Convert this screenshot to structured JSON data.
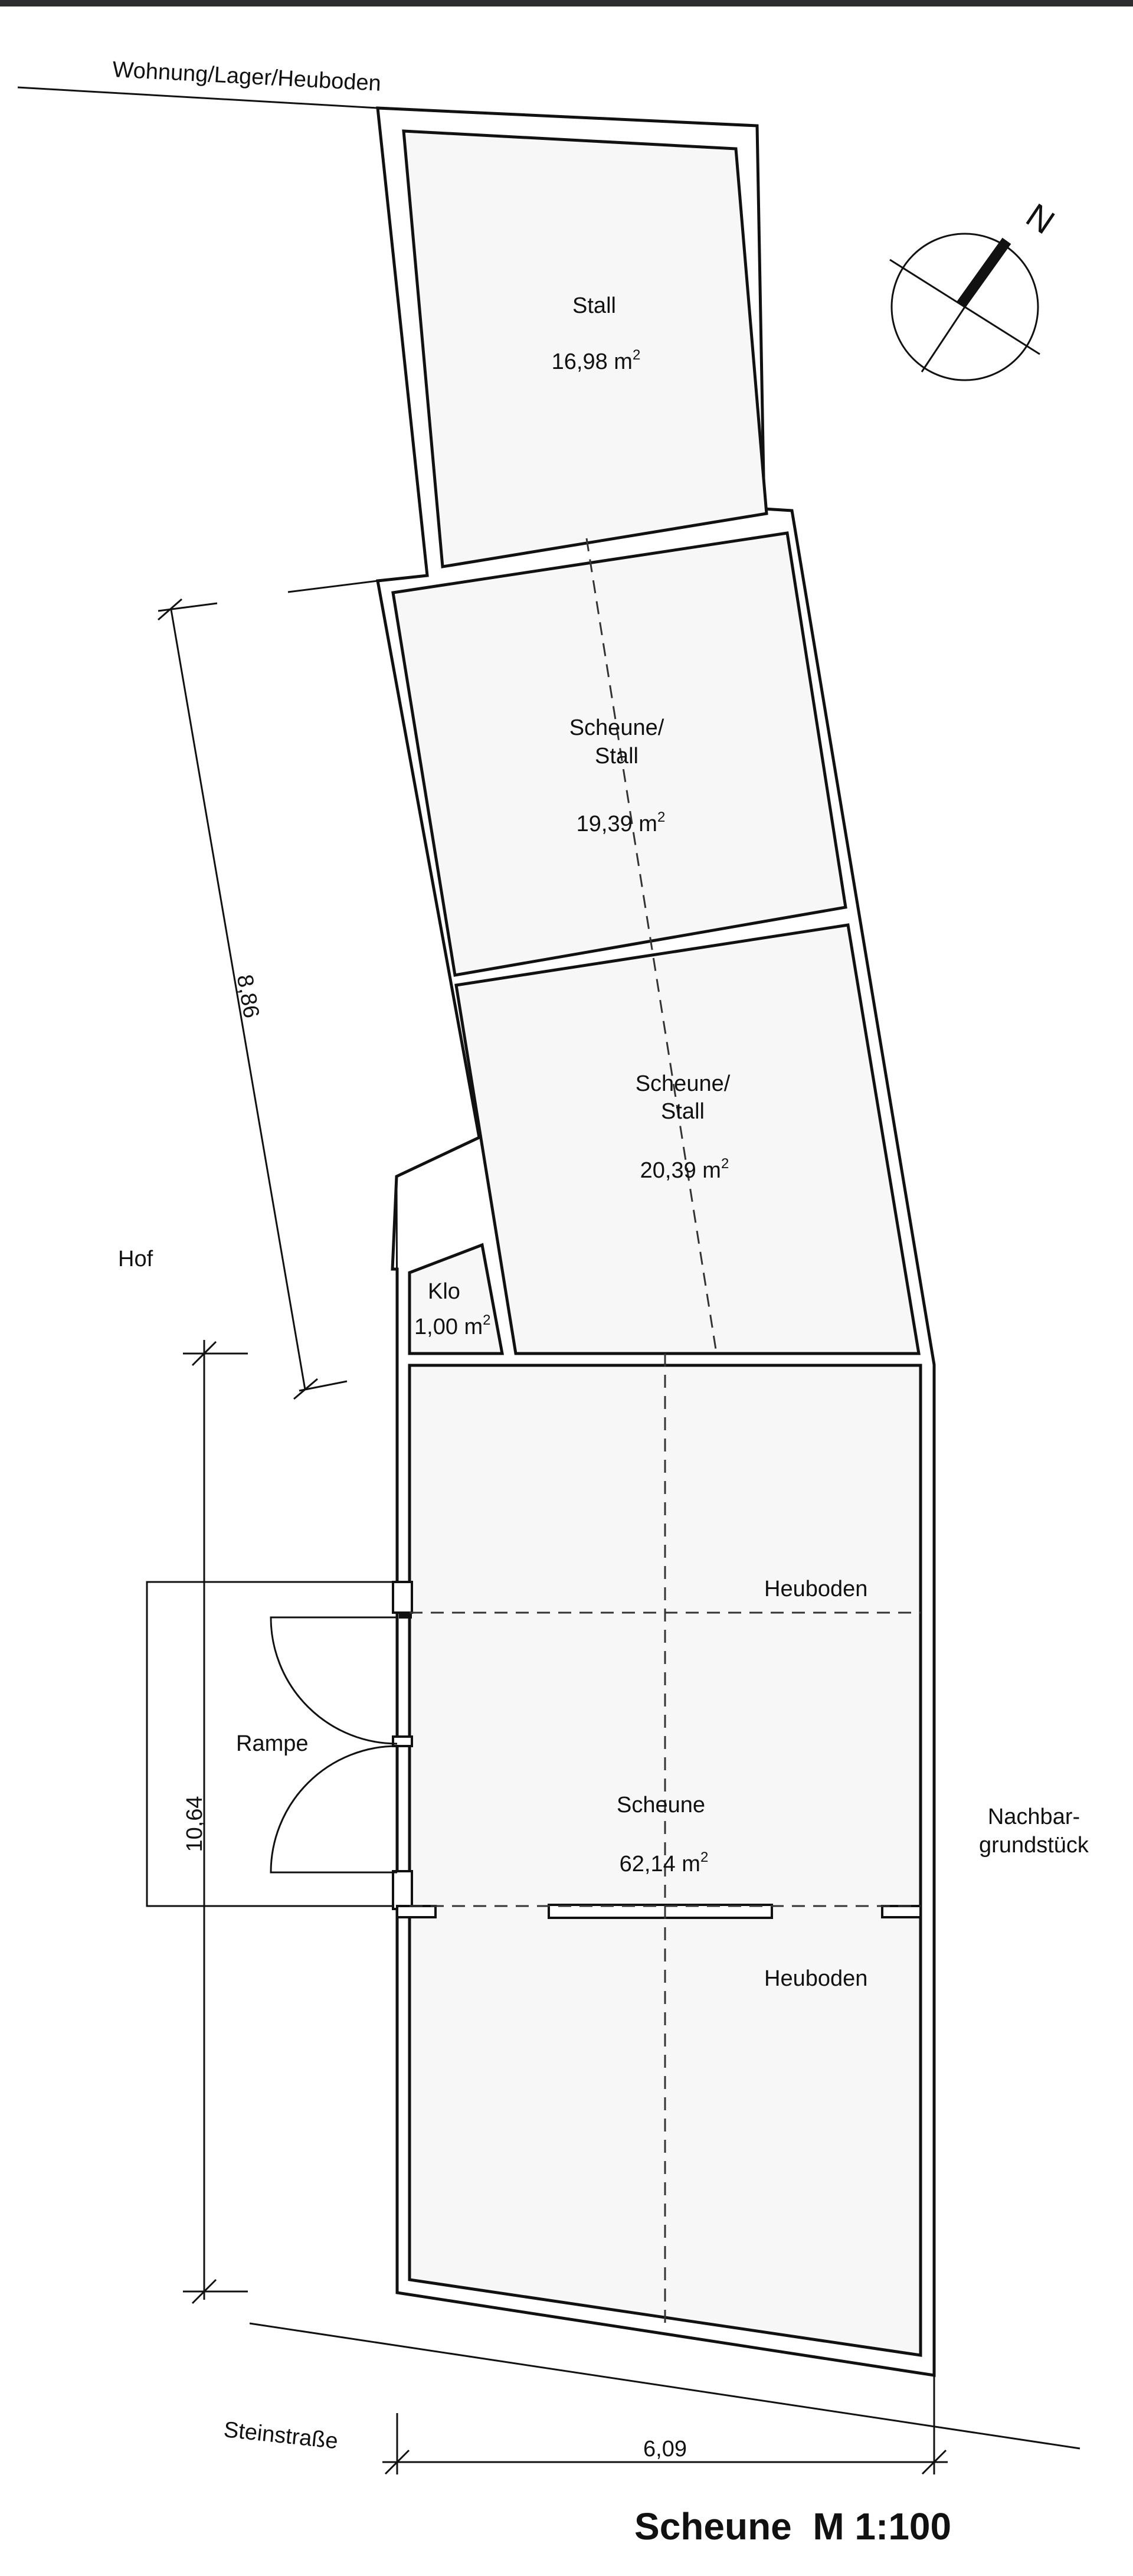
{
  "labels": {
    "wohnung": "Wohnung/Lager/Heuboden",
    "stall": "Stall",
    "stall_area": "16,98 m",
    "scheune_stall_1a": "Scheune/",
    "scheune_stall_1b": "Stall",
    "scheune_stall_1_area": "19,39 m",
    "scheune_stall_2a": "Scheune/",
    "scheune_stall_2b": "Stall",
    "scheune_stall_2_area": "20,39 m",
    "hof": "Hof",
    "klo": "Klo",
    "klo_area": "1,00 m",
    "heuboden_top": "Heuboden",
    "rampe": "Rampe",
    "scheune": "Scheune",
    "scheune_area": "62,14 m",
    "nachbar_1": "Nachbar-",
    "nachbar_2": "grundstück",
    "heuboden_bottom": "Heuboden",
    "steinstrasse": "Steinstraße",
    "area_unit_exp": "2"
  },
  "dimensions": {
    "diag_length": "8,86",
    "vert_length": "10,64",
    "width": "6,09"
  },
  "compass": {
    "north_letter": "N"
  },
  "title": "Scheune  M 1:100"
}
